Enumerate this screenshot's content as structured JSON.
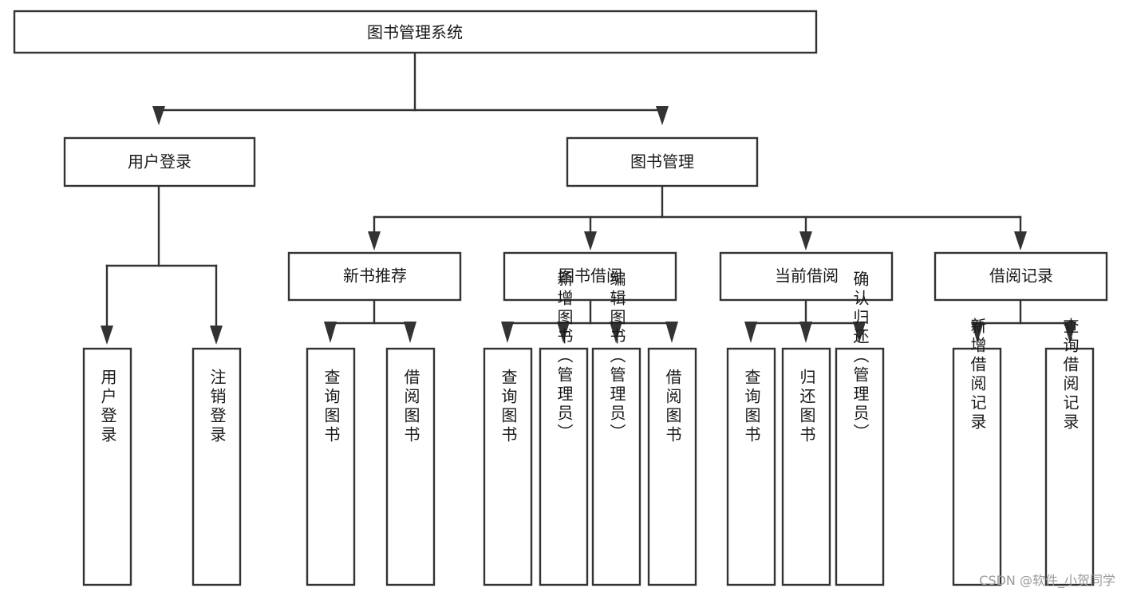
{
  "diagram": {
    "type": "tree-hierarchy-chart",
    "title": "图书管理系统",
    "orientation": "top-down",
    "colors": {
      "box_fill": "#ffffff",
      "box_stroke": "#333333",
      "text": "#1a1a1a",
      "watermark": "#9a9a9a",
      "background": "#ffffff"
    },
    "root": {
      "label": "图书管理系统",
      "text_orientation": "horizontal"
    },
    "level1": [
      {
        "label": "用户登录",
        "text_orientation": "horizontal"
      },
      {
        "label": "图书管理",
        "text_orientation": "horizontal"
      }
    ],
    "level2": [
      {
        "label": "新书推荐",
        "text_orientation": "horizontal",
        "parent": "图书管理"
      },
      {
        "label": "图书借阅",
        "text_orientation": "horizontal",
        "parent": "图书管理"
      },
      {
        "label": "当前借阅",
        "text_orientation": "horizontal",
        "parent": "图书管理"
      },
      {
        "label": "借阅记录",
        "text_orientation": "horizontal",
        "parent": "图书管理"
      }
    ],
    "leaves": {
      "user_login": [
        {
          "label": "用户登录",
          "text_orientation": "vertical"
        },
        {
          "label": "注销登录",
          "text_orientation": "vertical"
        }
      ],
      "new_book_recommend": [
        {
          "label": "查询图书",
          "text_orientation": "vertical"
        },
        {
          "label": "借阅图书",
          "text_orientation": "vertical"
        }
      ],
      "book_borrow": [
        {
          "label": "查询图书",
          "text_orientation": "vertical"
        },
        {
          "label": "新增图书（管理员）",
          "text_orientation": "vertical"
        },
        {
          "label": "编辑图书（管理员）",
          "text_orientation": "vertical"
        },
        {
          "label": "借阅图书",
          "text_orientation": "vertical"
        }
      ],
      "current_borrow": [
        {
          "label": "查询图书",
          "text_orientation": "vertical"
        },
        {
          "label": "归还图书",
          "text_orientation": "vertical"
        },
        {
          "label": "确认归还（管理员）",
          "text_orientation": "vertical"
        }
      ],
      "borrow_record": [
        {
          "label": "新增借阅记录",
          "text_orientation": "vertical"
        },
        {
          "label": "查询借阅记录",
          "text_orientation": "vertical"
        }
      ]
    }
  },
  "watermark": {
    "text": "CSDN @软件_小贺同学"
  }
}
